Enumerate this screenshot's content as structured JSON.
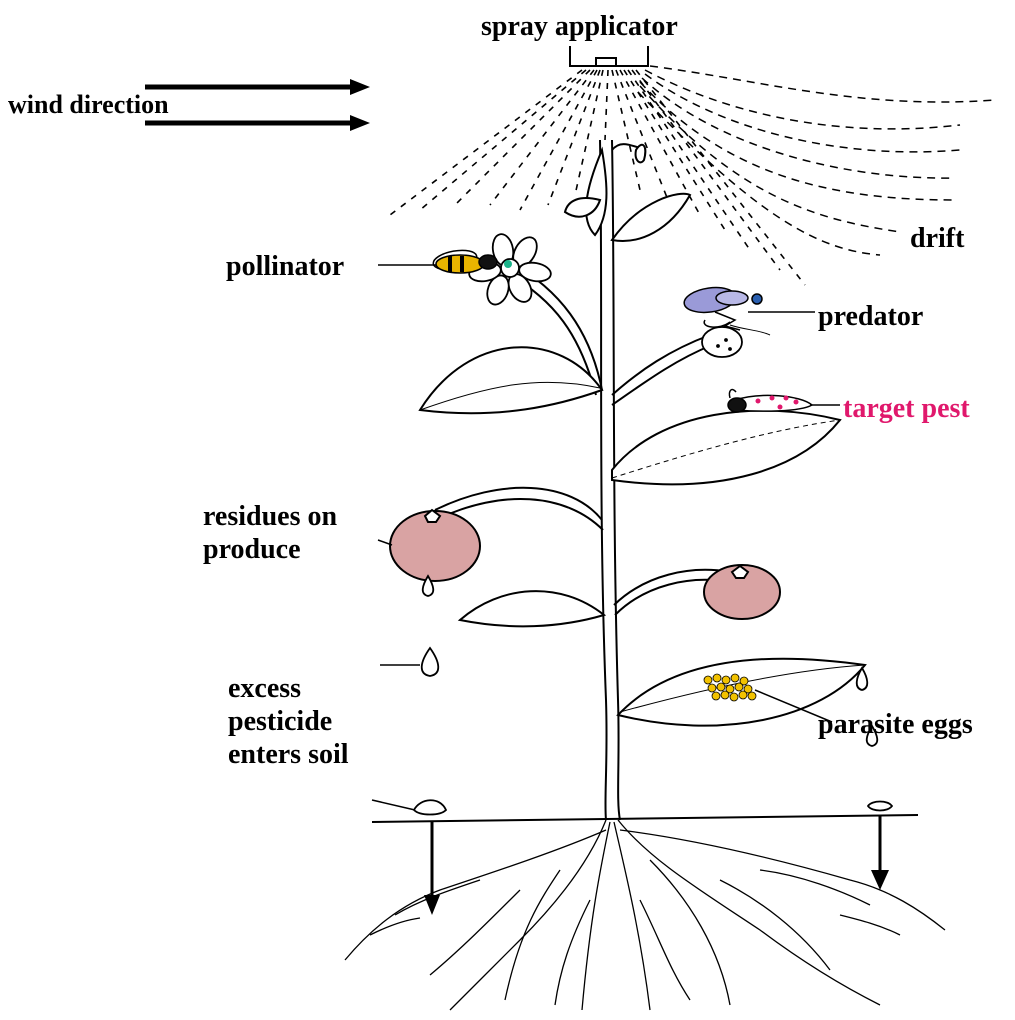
{
  "labels": {
    "spray_applicator": "spray applicator",
    "wind_direction": "wind direction",
    "drift": "drift",
    "pollinator": "pollinator",
    "predator": "predator",
    "target_pest": "target pest",
    "residues_line1": "residues on",
    "residues_line2": "produce",
    "excess_line1": "excess",
    "excess_line2": "pesticide",
    "excess_line3": "enters soil",
    "parasite_eggs": "parasite eggs"
  },
  "colors": {
    "ink": "#000000",
    "target_pest": "#e0186c",
    "fruit": "#d9a3a3",
    "eggs": "#f2c200",
    "pollinator_body": "#e8b400",
    "predator_wing": "#9a9ad8",
    "predator_head": "#2a5fb0",
    "pollinator_eye": "#1bb38a"
  },
  "icons": {
    "applicator": "spray-nozzle-icon",
    "wind": "arrow-right-icon",
    "pollinator": "bee-icon",
    "predator": "predator-insect-icon",
    "pest": "caterpillar-icon",
    "eggs": "egg-cluster-icon",
    "droplet": "droplet-icon",
    "soil_arrow": "arrow-down-icon"
  }
}
